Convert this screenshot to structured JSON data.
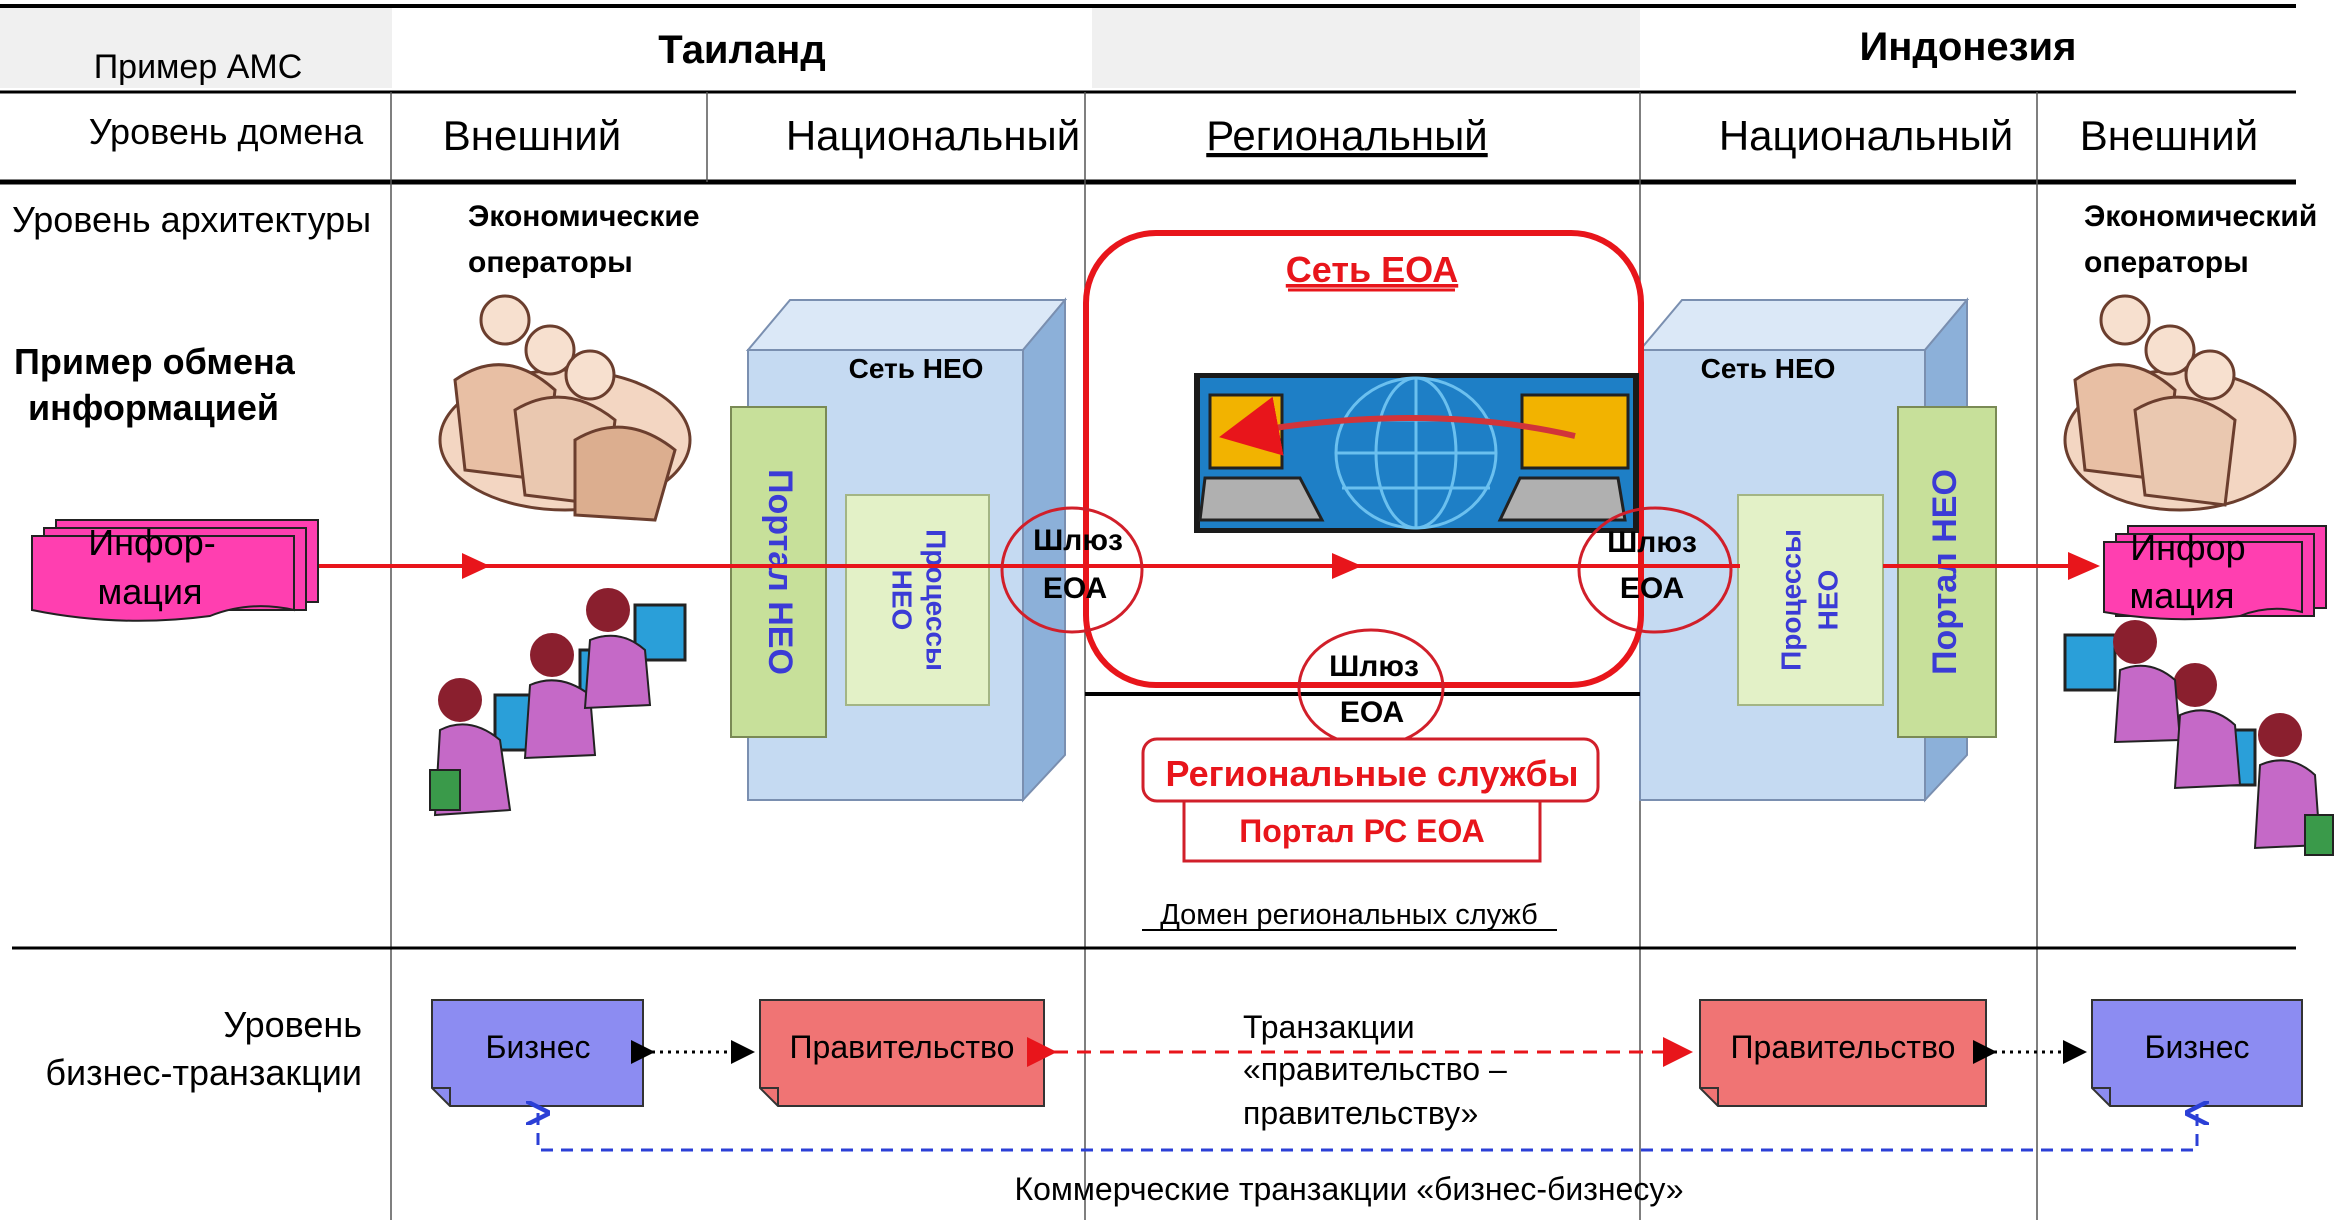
{
  "header": {
    "ams_example": "Пример АМС",
    "country_left": "Таиланд",
    "country_right": "Индонезия"
  },
  "rows": {
    "domain_level": "Уровень домена",
    "architecture_level": "Уровень архитектуры",
    "exchange_example_line1": "Пример обмена",
    "exchange_example_line2": "информацией",
    "business_level_line1": "Уровень",
    "business_level_line2": "бизнес-транзакции"
  },
  "domains": {
    "external_left": "Внешний",
    "national_left": "Национальный",
    "regional": "Региональный",
    "national_right": "Национальный",
    "external_right": "Внешний"
  },
  "operators": {
    "left_line1": "Экономические",
    "left_line2": "операторы",
    "right_line1": "Экономический",
    "right_line2": "операторы"
  },
  "info_doc": {
    "left_line1": "Инфор-",
    "left_line2": "мация",
    "right_line1": "Инфор",
    "right_line2": "мация"
  },
  "neo": {
    "network_left": "Сеть НЕО",
    "network_right": "Сеть НЕО",
    "portal_left": "Портал НЕО",
    "portal_right": "Портал НЕО",
    "processes_left_line1": "Процессы",
    "processes_left_line2": "НЕО",
    "processes_right_line1": "Процессы",
    "processes_right_line2": "НЕО"
  },
  "eoa": {
    "network": "Сеть ЕОА",
    "gateway_left_line1": "Шлюз",
    "gateway_left_line2": "ЕОА",
    "gateway_right_line1": "Шлюз",
    "gateway_right_line2": "ЕОА",
    "gateway_bottom_line1": "Шлюз",
    "gateway_bottom_line2": "ЕОА",
    "regional_services": "Региональные службы",
    "portal_rs": "Портал РС ЕОА",
    "regional_domain": "Домен региональных служб"
  },
  "transactions": {
    "business_left": "Бизнес",
    "government_left": "Правительство",
    "government_right": "Правительство",
    "business_right": "Бизнес",
    "g2g_line1": "Транзакции",
    "g2g_line2": "«правительство –",
    "g2g_line3": "правительству»",
    "b2b": "Коммерческие транзакции «бизнес-бизнесу»"
  },
  "colors": {
    "flow_red": "#e8151b",
    "info_pink": "#ff3fb0",
    "portal_green": "#c7e09a",
    "process_green": "#e3f1c7",
    "neo_box": "#c5daf2",
    "neo_side": "#8cb0d9",
    "neo_text": "#3b3bd6",
    "business_blue": "#8c8cf2",
    "government_red": "#f07474",
    "dashed_blue": "#2b3fd6"
  },
  "icons": {
    "people_group": "business-people-icon",
    "computer_users": "computer-users-icon",
    "network_globe": "globe-network-icon"
  }
}
